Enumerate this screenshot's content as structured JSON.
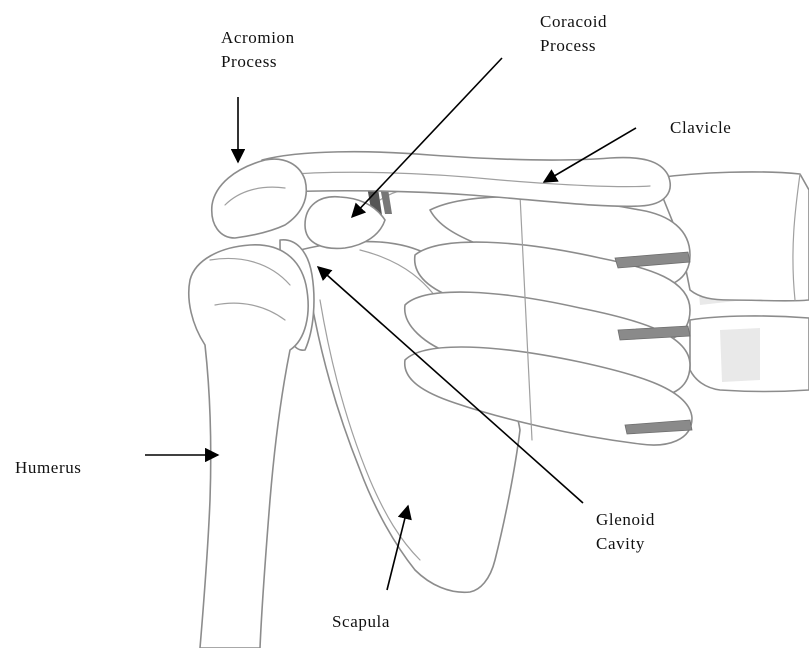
{
  "labels": {
    "acromion": [
      "Acromion",
      "Process"
    ],
    "coracoid": [
      "Coracoid",
      "Process"
    ],
    "clavicle": "Clavicle",
    "humerus": "Humerus",
    "glenoid": [
      "Glenoid",
      "Cavity"
    ],
    "scapula": "Scapula"
  }
}
